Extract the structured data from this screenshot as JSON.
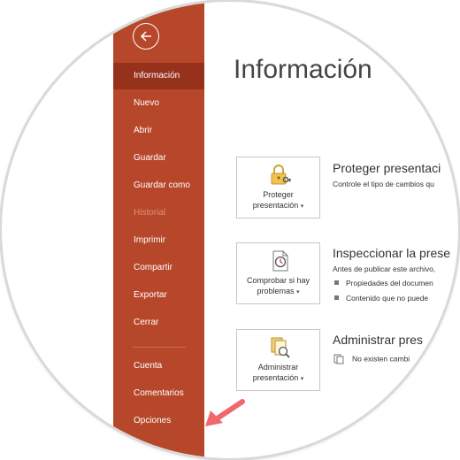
{
  "nav": {
    "items": [
      {
        "label": "Información",
        "state": "active"
      },
      {
        "label": "Nuevo",
        "state": "normal"
      },
      {
        "label": "Abrir",
        "state": "normal"
      },
      {
        "label": "Guardar",
        "state": "normal"
      },
      {
        "label": "Guardar como",
        "state": "normal"
      },
      {
        "label": "Historial",
        "state": "disabled"
      },
      {
        "label": "Imprimir",
        "state": "normal"
      },
      {
        "label": "Compartir",
        "state": "normal"
      },
      {
        "label": "Exportar",
        "state": "normal"
      },
      {
        "label": "Cerrar",
        "state": "normal"
      },
      {
        "label": "Cuenta",
        "state": "normal"
      },
      {
        "label": "Comentarios",
        "state": "normal"
      },
      {
        "label": "Opciones",
        "state": "normal"
      }
    ]
  },
  "main": {
    "title": "Información",
    "sections": [
      {
        "button_line1": "Proteger",
        "button_line2": "presentación",
        "icon": "lock-key-icon",
        "title": "Proteger presentaci",
        "description": "Controle el tipo de cambios qu"
      },
      {
        "button_line1": "Comprobar si hay",
        "button_line2": "problemas",
        "icon": "inspect-document-icon",
        "title": "Inspeccionar la prese",
        "description": "Antes de publicar este archivo,",
        "bullets": [
          "Propiedades del documen",
          "Contenido que no puede"
        ]
      },
      {
        "button_line1": "Administrar",
        "button_line2": "presentación",
        "icon": "manage-versions-icon",
        "title": "Administrar pres",
        "status": "No existen cambi"
      }
    ]
  },
  "caret_glyph": "▾",
  "colors": {
    "nav_background": "#b7472a",
    "nav_active": "#96311c",
    "nav_disabled_text": "#e08f78",
    "arrow": "#f0686d"
  }
}
